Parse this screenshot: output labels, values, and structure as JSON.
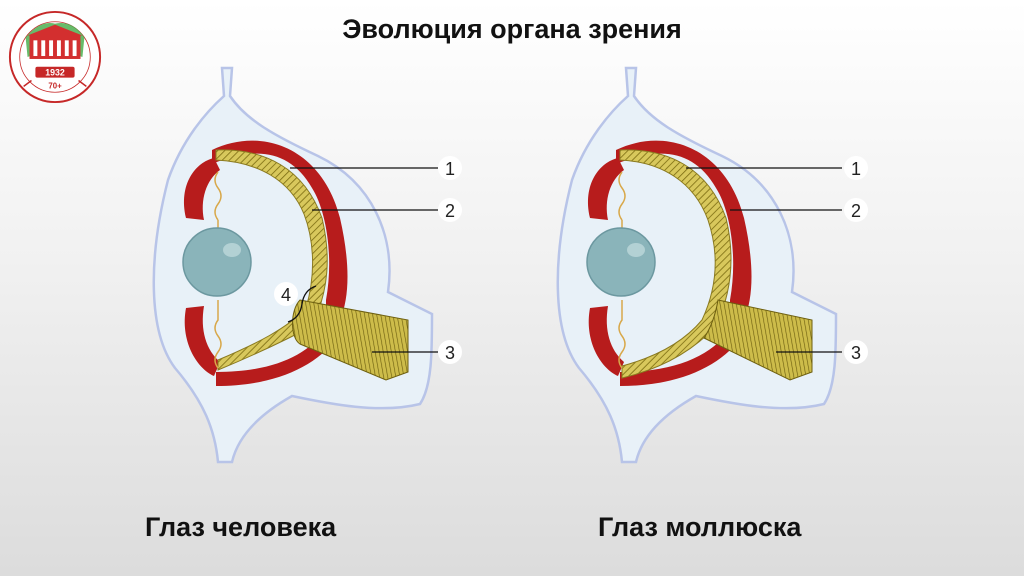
{
  "slide": {
    "title": "Эволюция органа зрения",
    "captions": {
      "human": "Глаз человека",
      "mollusk": "Глаз моллюска"
    }
  },
  "logo": {
    "year": "1932",
    "tag": "70+",
    "icon": "university-building-icon"
  },
  "labels": {
    "human": [
      "1",
      "2",
      "3",
      "4"
    ],
    "mollusk": [
      "1",
      "2",
      "3"
    ]
  },
  "colors": {
    "sclera": "#b71c1c",
    "retina": "#d8c85c",
    "nerve": "#a99a2c",
    "lens": "#8ab4ba",
    "outline": "#b8c4e8",
    "fill": "#e8f1f8"
  }
}
